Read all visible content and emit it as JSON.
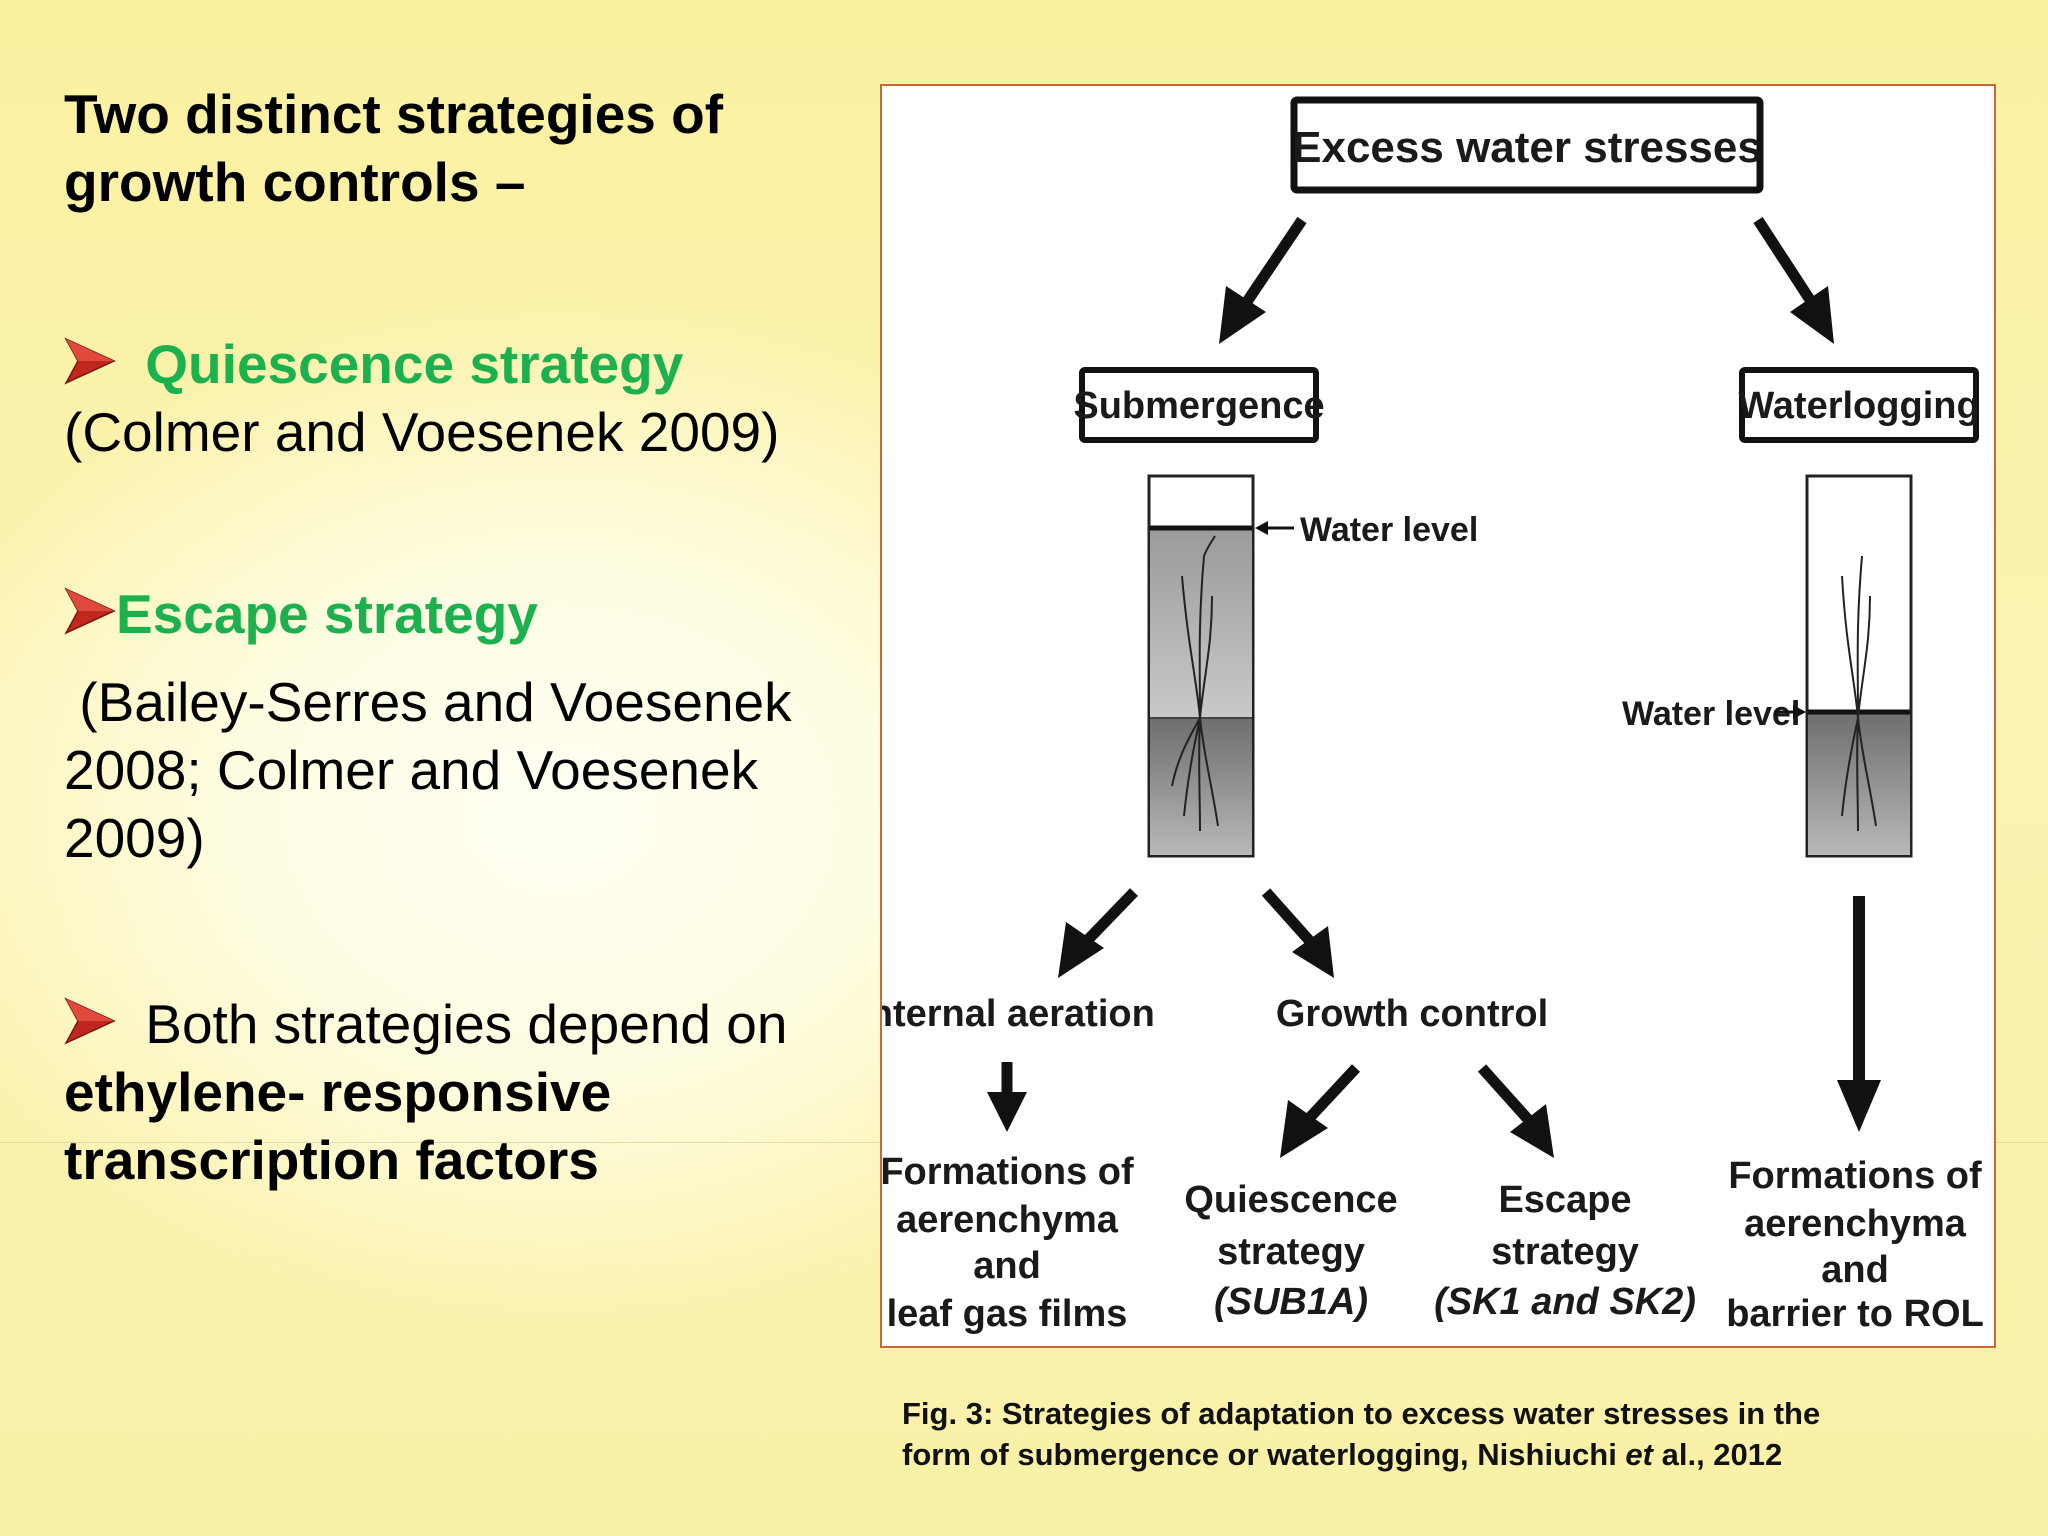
{
  "left": {
    "heading_line1": "Two distinct strategies of",
    "heading_line2": "growth controls –",
    "bullet1": {
      "title": "Quiescence strategy",
      "ref": "(Colmer and Voesenek 2009)"
    },
    "bullet2": {
      "title": "Escape strategy",
      "ref_line1": " (Bailey-Serres and Voesenek",
      "ref_line2": "2008; Colmer and Voesenek",
      "ref_line3": "2009)"
    },
    "bullet3": {
      "text_plain": "Both strategies depend on",
      "text_bold_line1": "ethylene- responsive",
      "text_bold_line2": "transcription factors"
    }
  },
  "figure": {
    "root": "Excess water stresses",
    "left_branch": "Submergence",
    "right_branch": "Waterlogging",
    "water_level_left": "Water level",
    "water_level_right": "Water level",
    "internal_aeration": "Internal aeration",
    "growth_control": "Growth control",
    "leaf_left": [
      "Formations of",
      "aerenchyma",
      "and",
      "leaf gas films"
    ],
    "leaf_quiescence": [
      "Quiescence",
      "strategy",
      "(SUB1A)"
    ],
    "leaf_escape": [
      "Escape",
      "strategy",
      "(SK1 and SK2)"
    ],
    "leaf_right": [
      "Formations of",
      "aerenchyma",
      "and",
      "barrier to ROL"
    ]
  },
  "caption": {
    "line1": "Fig. 3: Strategies of adaptation to excess water stresses in the",
    "line2_a": "form of submergence or waterlogging, Nishiuchi ",
    "line2_italic": "et",
    "line2_b": " al., 2012"
  },
  "colors": {
    "bullet_arrow": "#c0281e",
    "green_title": "#1db04f",
    "figure_border": "#c8693a"
  }
}
